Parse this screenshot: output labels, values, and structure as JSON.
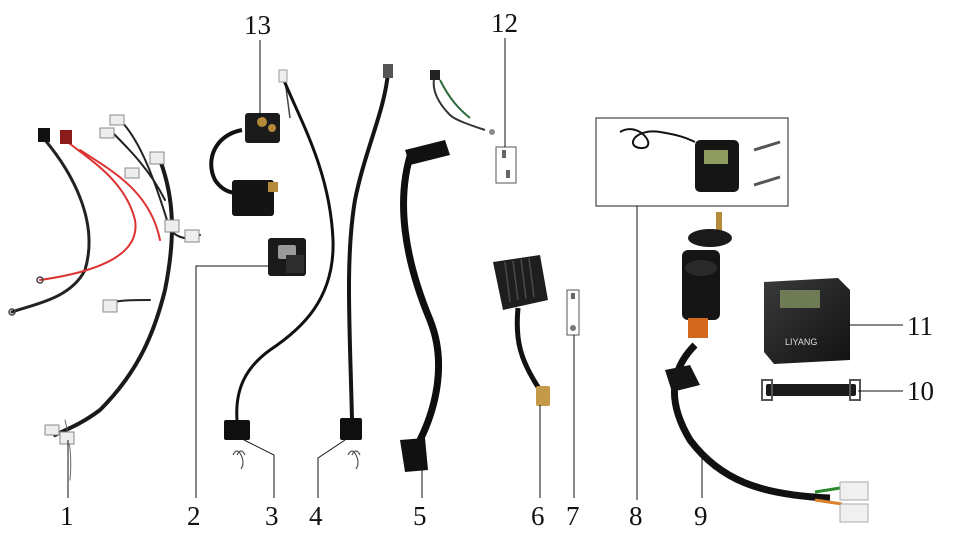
{
  "diagram": {
    "parts": [
      {
        "number": "1",
        "name": "wiring-harness"
      },
      {
        "number": "2",
        "name": "cdi-unit"
      },
      {
        "number": "3",
        "name": "sensor-cable"
      },
      {
        "number": "4",
        "name": "sensor-cable"
      },
      {
        "number": "5",
        "name": "ignition-coil"
      },
      {
        "number": "6",
        "name": "regulator-rectifier"
      },
      {
        "number": "7",
        "name": "bolt-set"
      },
      {
        "number": "8",
        "name": "hour-meter"
      },
      {
        "number": "9",
        "name": "ignition-switch"
      },
      {
        "number": "10",
        "name": "battery-strap"
      },
      {
        "number": "11",
        "name": "battery"
      },
      {
        "number": "12",
        "name": "bolt-set"
      },
      {
        "number": "13",
        "name": "starter-relay"
      }
    ],
    "battery_brand_text": "LIYANG"
  }
}
